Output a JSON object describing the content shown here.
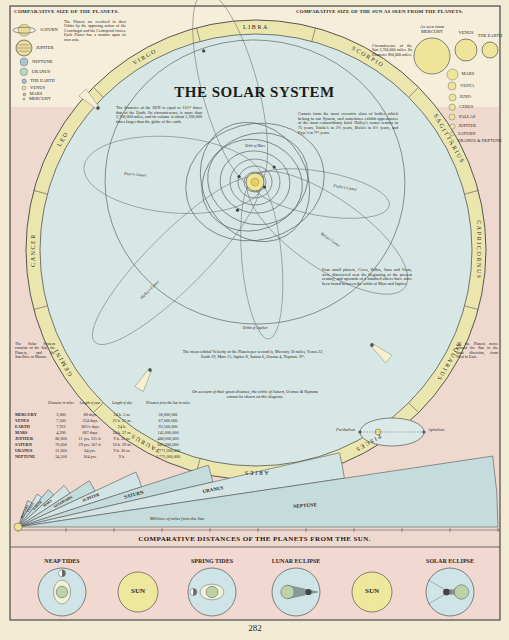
{
  "diagram": {
    "title": "THE SOLAR SYSTEM",
    "caption": "COMPARATIVE DISTANCES OF THE PLANETS FROM THE SUN.",
    "nodes": [
      {
        "text": [
          "SATURN"
        ]
      },
      {
        "text": [
          "JUPITER"
        ]
      },
      {
        "text": [
          "NEPTUNE"
        ]
      },
      {
        "text": [
          "URANUS"
        ]
      },
      {
        "text": [
          "THE EARTH"
        ]
      },
      {
        "text": [
          "VENUS"
        ]
      },
      {
        "text": [
          "MARS"
        ]
      },
      {
        "text": [
          "MERCURY"
        ]
      },
      {
        "text": [
          "As seen from MERCURY"
        ]
      },
      {
        "text": [
          "VENUS"
        ]
      },
      {
        "text": [
          "THE EARTH"
        ]
      },
      {
        "text": [
          "MARS"
        ]
      },
      {
        "text": [
          "VESTA"
        ]
      },
      {
        "text": [
          "JUNO"
        ]
      },
      {
        "text": [
          "CERES"
        ]
      },
      {
        "text": [
          "PALLAS"
        ]
      },
      {
        "text": [
          "JUPITER"
        ]
      },
      {
        "text": [
          "SATURN"
        ]
      },
      {
        "text": [
          "URANUS & NEPTUNE"
        ]
      },
      {
        "text": [
          "NEAP TIDES"
        ]
      },
      {
        "text": [
          "SUN"
        ]
      },
      {
        "text": [
          "SPRING TIDES"
        ]
      },
      {
        "text": [
          "LUNAR ECLIPSE"
        ]
      },
      {
        "text": [
          "SUN"
        ]
      },
      {
        "text": [
          "SOLAR ECLIPSE"
        ]
      }
    ],
    "labels": [
      "COMPARATIVE SIZE OF THE PLANETS.",
      "The Planets are revolved in their Orbits by the opposing action of the Centrifugal and the Centripetal forces. Each Planet has a motion upon its own axis.",
      "COMPARATIVE SIZE OF THE SUN AS SEEN FROM THE PLANETS.",
      "Circumference of the Sun 2,700,000 miles. Its Diameter 860,000 miles.",
      "The diameter of the SUN is equal to 111½ times that of the Earth. Its circumference is more than 2,700,000 miles, and its volume is about 1,300,000 times larger than the globe of the earth.",
      "Comets form the most eccentric class of bodies which belong to our System, and sometimes exhibit appearances of the most extraordinary kind. Halley's comet returns in 75 years, Encke's in 3¼ years, Biela's in 6¾ years, and Faye's in 7½ years.",
      "Four small planets, Ceres, Pallas, Juno and Vesta, were discovered near the beginning of the present century, and upwards of a hundred others have since been found between the orbits of Mars and Jupiter.",
      "The mean orbital Velocity of the Planets per second is, Mercury 30 miles, Venus 22, Earth 19, Mars 15, Jupiter 8, Saturn 6, Uranus 4, Neptune 3½.",
      "On account of their great distance, the orbits of Saturn, Uranus & Neptune cannot be shown on this diagram.",
      "The Solar System consists of the Sun, the Planets, and the Satellites or Moons.",
      "All the Planets move around the Sun in the same direction, from West to East.",
      "ARIES",
      "TAURUS",
      "GEMINI",
      "CANCER",
      "LEO",
      "VIRGO",
      "LIBRA",
      "SCORPIO",
      "SAGITTARIUS",
      "CAPRICORNUS",
      "AQUARIUS",
      "PISCES",
      "Halley's Comet",
      "Encke's Comet",
      "Biela's Comet",
      "Faye's Comet",
      "Orbit of Mars",
      "Orbit of Jupiter",
      "Diameter in miles",
      "Length of year",
      "Length of day",
      "Distance from the Sun in miles",
      "MERCURY",
      "3,000",
      "88 days",
      "24 h. 5 m.",
      "36,000,000",
      "VENUS",
      "7,500",
      "224 days",
      "23 h. 21 m.",
      "67,000,000",
      "EARTH",
      "7,912",
      "365¼ days",
      "24 h.",
      "92,500,000",
      "MARS",
      "4,200",
      "687 days",
      "24 h. 37 m.",
      "141,000,000",
      "JUPITER",
      "86,000",
      "11 yrs. 315 d.",
      "9 h. 55 m.",
      "480,000,000",
      "SATURN",
      "70,000",
      "29 yrs. 167 d.",
      "10 h. 29 m.",
      "881,000,000",
      "URANUS",
      "31,000",
      "84 yrs.",
      "9 h. 30 m.",
      "1,771,000,000",
      "NEPTUNE",
      "34,500",
      "164 yrs.",
      "9 h.",
      "2,775,000,000",
      "Perihelion",
      "Aphelion",
      "MERCURY",
      "VENUS",
      "EARTH",
      "MARS",
      "ASTEROIDS",
      "JUPITER",
      "SATURN",
      "URANUS",
      "NEPTUNE",
      "Millions of miles from the Sun",
      "282"
    ]
  }
}
